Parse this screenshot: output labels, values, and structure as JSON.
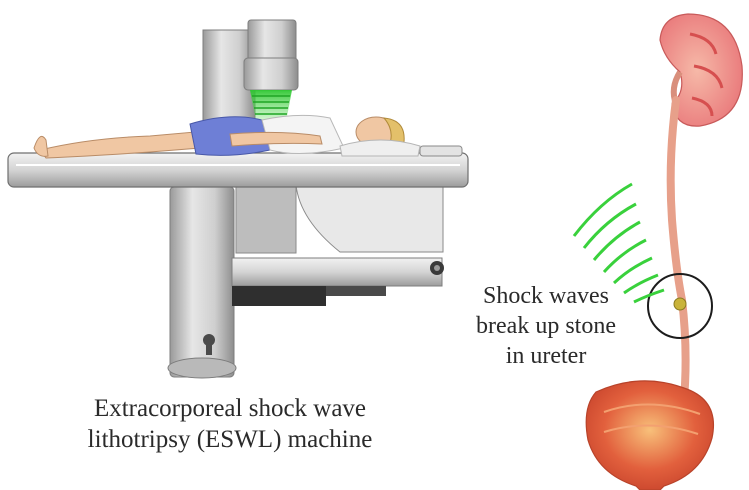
{
  "machine_caption": {
    "line1": "Extracorporeal shock wave",
    "line2": "lithotripsy (ESWL) machine"
  },
  "ureter_caption": {
    "line1": "Shock waves",
    "line2": "break up stone",
    "line3": "in ureter"
  },
  "colors": {
    "shock_wave": "#39d13c",
    "kidney": "#e9787a",
    "bladder": "#e2603d",
    "ureter": "#e7a08a",
    "stone": "#c9b33a",
    "machine_metal": "#c8c8c8",
    "patient_gown": "#6e7fd6"
  }
}
